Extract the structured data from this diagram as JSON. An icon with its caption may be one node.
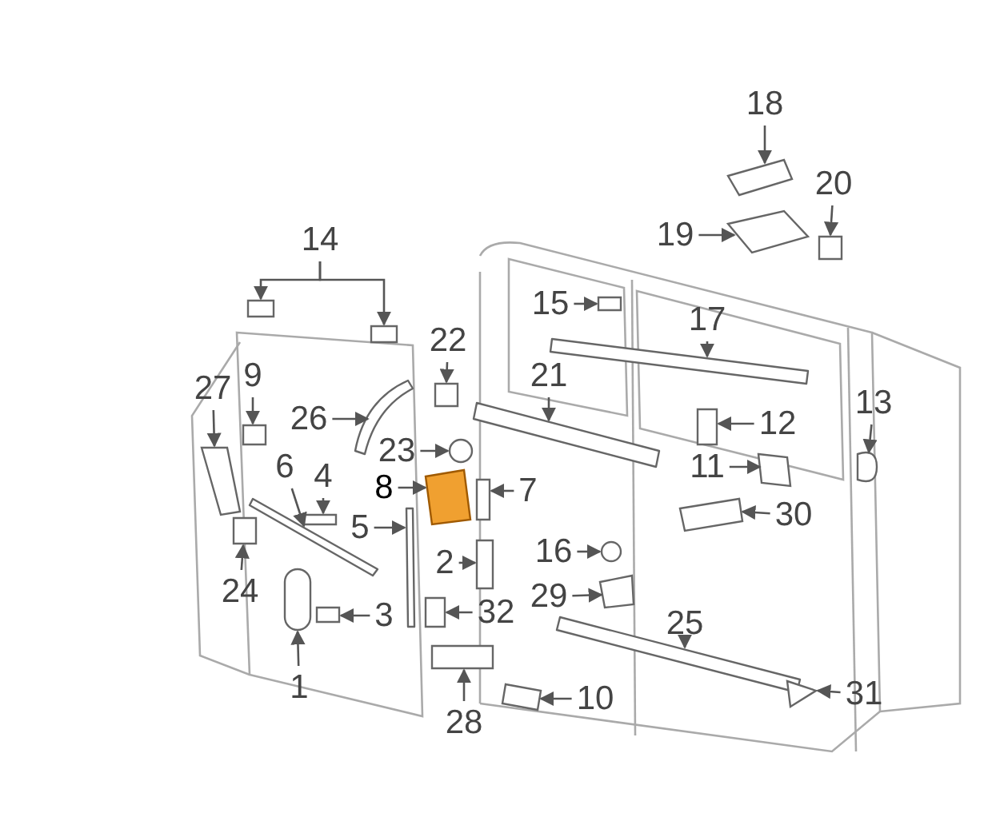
{
  "diagram": {
    "nodes": [
      {
        "text": [
          "18"
        ]
      },
      {
        "text": [
          "20"
        ]
      },
      {
        "text": [
          "19"
        ]
      },
      {
        "text": [
          "14"
        ]
      },
      {
        "text": [
          "15"
        ]
      },
      {
        "text": [
          "17"
        ]
      },
      {
        "text": [
          "22"
        ]
      },
      {
        "text": [
          "21"
        ]
      },
      {
        "text": [
          "27"
        ]
      },
      {
        "text": [
          "9"
        ]
      },
      {
        "text": [
          "13"
        ]
      },
      {
        "text": [
          "26"
        ]
      },
      {
        "text": [
          "12"
        ]
      },
      {
        "text": [
          "23"
        ]
      },
      {
        "text": [
          "11"
        ]
      },
      {
        "text": [
          "6"
        ]
      },
      {
        "text": [
          "4"
        ]
      },
      {
        "text": [
          "8"
        ]
      },
      {
        "text": [
          "7"
        ]
      },
      {
        "text": [
          "30"
        ]
      },
      {
        "text": [
          "5"
        ]
      },
      {
        "text": [
          "24"
        ]
      },
      {
        "text": [
          "2"
        ]
      },
      {
        "text": [
          "16"
        ]
      },
      {
        "text": [
          "29"
        ]
      },
      {
        "text": [
          "3"
        ]
      },
      {
        "text": [
          "32"
        ]
      },
      {
        "text": [
          "1"
        ]
      },
      {
        "text": [
          "25"
        ]
      },
      {
        "text": [
          "28"
        ]
      },
      {
        "text": [
          "10"
        ]
      },
      {
        "text": [
          "31"
        ]
      },
      {
        "text": [],
        "shape": "box"
      },
      {
        "text": [],
        "shape": "box"
      },
      {
        "text": [],
        "shape": "box"
      },
      {
        "text": [],
        "shape": "box"
      },
      {
        "text": [],
        "shape": "box"
      },
      {
        "text": [],
        "shape": "box"
      },
      {
        "text": [],
        "shape": "bar"
      },
      {
        "text": [],
        "shape": "box"
      },
      {
        "text": [],
        "shape": "bar"
      },
      {
        "text": [],
        "shape": "box"
      },
      {
        "text": [],
        "shape": "box"
      },
      {
        "text": [],
        "shape": "box"
      },
      {
        "text": [],
        "shape": "bar"
      },
      {
        "text": [],
        "shape": "box"
      },
      {
        "text": [],
        "shape": "circle"
      },
      {
        "text": [],
        "shape": "box"
      },
      {
        "text": [],
        "shape": "bar"
      },
      {
        "text": [],
        "shape": "box"
      },
      {
        "text": [],
        "shape": "box"
      },
      {
        "text": [],
        "shape": "box"
      },
      {
        "text": [],
        "shape": "box"
      },
      {
        "text": [],
        "shape": "bar"
      },
      {
        "text": [],
        "shape": "box"
      },
      {
        "text": [],
        "shape": "box"
      },
      {
        "text": [],
        "shape": "circle"
      },
      {
        "text": [],
        "shape": "box"
      },
      {
        "text": [],
        "shape": "box"
      },
      {
        "text": [],
        "shape": "box"
      },
      {
        "text": [],
        "shape": "box"
      },
      {
        "text": [],
        "shape": "bar"
      },
      {
        "text": [],
        "shape": "box"
      },
      {
        "text": [],
        "shape": "box"
      },
      {
        "text": [],
        "shape": "box"
      }
    ],
    "edges": [
      {
        "from": 0,
        "to": 32,
        "arrow": "to"
      },
      {
        "from": 1,
        "to": 33,
        "arrow": "to"
      },
      {
        "from": 2,
        "to": 34,
        "arrow": "to"
      },
      {
        "from": 3,
        "to": 35,
        "arrow": "to"
      },
      {
        "from": 3,
        "to": 36,
        "arrow": "to"
      },
      {
        "from": 4,
        "to": 37,
        "arrow": "to"
      },
      {
        "from": 5,
        "to": 38,
        "arrow": "to"
      },
      {
        "from": 6,
        "to": 39,
        "arrow": "to"
      },
      {
        "from": 7,
        "to": 40,
        "arrow": "to"
      },
      {
        "from": 8,
        "to": 41,
        "arrow": "to"
      },
      {
        "from": 9,
        "to": 42,
        "arrow": "to"
      },
      {
        "from": 10,
        "to": 43,
        "arrow": "to"
      },
      {
        "from": 11,
        "to": 44,
        "arrow": "to"
      },
      {
        "from": 12,
        "to": 45,
        "arrow": "to"
      },
      {
        "from": 13,
        "to": 46,
        "arrow": "to"
      },
      {
        "from": 14,
        "to": 47,
        "arrow": "to"
      },
      {
        "from": 15,
        "to": 48,
        "arrow": "to"
      },
      {
        "from": 16,
        "to": 49,
        "arrow": "to"
      },
      {
        "from": 17,
        "to": 50,
        "arrow": "to"
      },
      {
        "from": 18,
        "to": 51,
        "arrow": "to"
      },
      {
        "from": 19,
        "to": 52,
        "arrow": "to"
      },
      {
        "from": 20,
        "to": 53,
        "arrow": "to"
      },
      {
        "from": 21,
        "to": 54,
        "arrow": "to"
      },
      {
        "from": 22,
        "to": 55,
        "arrow": "to"
      },
      {
        "from": 23,
        "to": 56,
        "arrow": "to"
      },
      {
        "from": 24,
        "to": 57,
        "arrow": "to"
      },
      {
        "from": 25,
        "to": 58,
        "arrow": "to"
      },
      {
        "from": 26,
        "to": 59,
        "arrow": "to"
      },
      {
        "from": 27,
        "to": 60,
        "arrow": "to"
      },
      {
        "from": 28,
        "to": 61,
        "arrow": "to"
      },
      {
        "from": 29,
        "to": 62,
        "arrow": "to"
      },
      {
        "from": 30,
        "to": 63,
        "arrow": "to"
      },
      {
        "from": 31,
        "to": 64,
        "arrow": "to"
      }
    ]
  }
}
